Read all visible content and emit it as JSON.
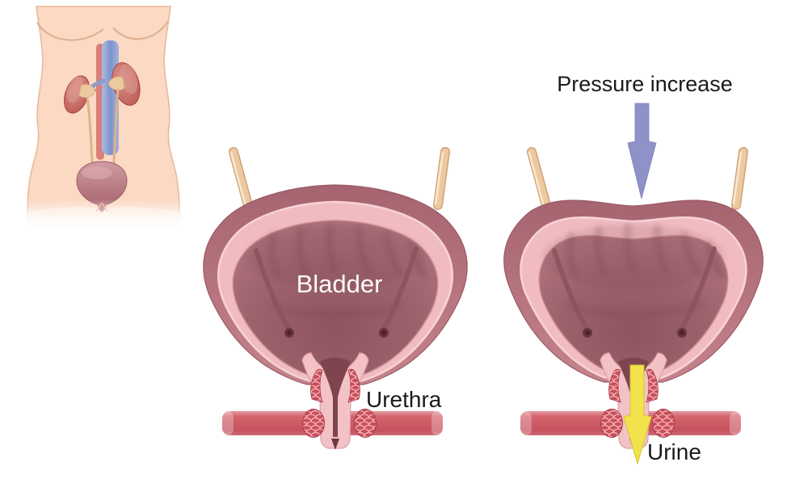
{
  "illustration": {
    "background_color": "#ffffff",
    "panels": {
      "urinary_tract_overview": {
        "description": "female torso with kidneys, ureters, blood vessels and bladder"
      },
      "bladder_normal": {
        "label": "Bladder",
        "urethra_label": "Urethra"
      },
      "bladder_under_pressure": {
        "pressure_label": "Pressure increase",
        "urine_label": "Urine"
      }
    },
    "icons": {
      "pressure_arrow": "down-arrow",
      "urine_arrow": "down-arrow"
    },
    "colors": {
      "pressure_arrow": "#8e92c8",
      "urine_arrow": "#f2e24b",
      "label_text": "#1a1a1a",
      "bladder_label_text": "#fdfafa",
      "bladder_wall": "#b0707a",
      "bladder_lining": "#f0bcc1",
      "bladder_interior": "#a0666e",
      "pelvic_floor_muscle": "#d5646e",
      "sphincter_muscle": "#ca4f5a",
      "ureter": "#ecc9a0",
      "skin": "#fbd9c3",
      "kidney": "#c25f5b",
      "vessel_blue": "#8b9cd1",
      "vessel_red": "#d8807a"
    }
  }
}
